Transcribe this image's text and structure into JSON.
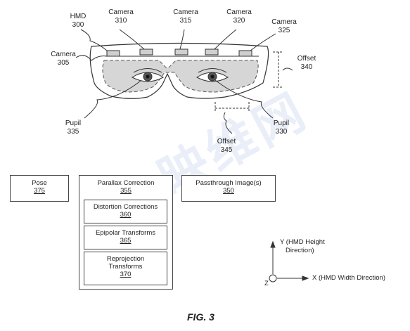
{
  "labels": {
    "hmd": {
      "name": "HMD",
      "num": "300"
    },
    "camera_310": {
      "name": "Camera",
      "num": "310"
    },
    "camera_315": {
      "name": "Camera",
      "num": "315"
    },
    "camera_320": {
      "name": "Camera",
      "num": "320"
    },
    "camera_325": {
      "name": "Camera",
      "num": "325"
    },
    "camera_305": {
      "name": "Camera",
      "num": "305"
    },
    "offset_340": {
      "name": "Offset",
      "num": "340"
    },
    "offset_345": {
      "name": "Offset",
      "num": "345"
    },
    "pupil_335": {
      "name": "Pupil",
      "num": "335"
    },
    "pupil_330": {
      "name": "Pupil",
      "num": "330"
    }
  },
  "boxes": {
    "pose": {
      "label": "Pose",
      "num": "375"
    },
    "parallax": {
      "label": "Parallax Correction",
      "num": "355"
    },
    "distortion": {
      "label": "Distortion Corrections",
      "num": "360"
    },
    "epipolar": {
      "label": "Epipolar Transforms",
      "num": "365"
    },
    "reprojection": {
      "label_1": "Reprojection",
      "label_2": "Transforms",
      "num": "370"
    },
    "passthrough": {
      "label": "Passthrough Image(s)",
      "num": "350"
    }
  },
  "axes": {
    "y_1": "Y (HMD Height",
    "y_2": "Direction)",
    "x": "X (HMD Width Direction)",
    "z": "Z"
  },
  "figure_label": "FIG. 3",
  "watermark": "映维网",
  "colors": {
    "line": "#333333",
    "shade": "#d6d6d6",
    "watermark": "#7896dc"
  }
}
